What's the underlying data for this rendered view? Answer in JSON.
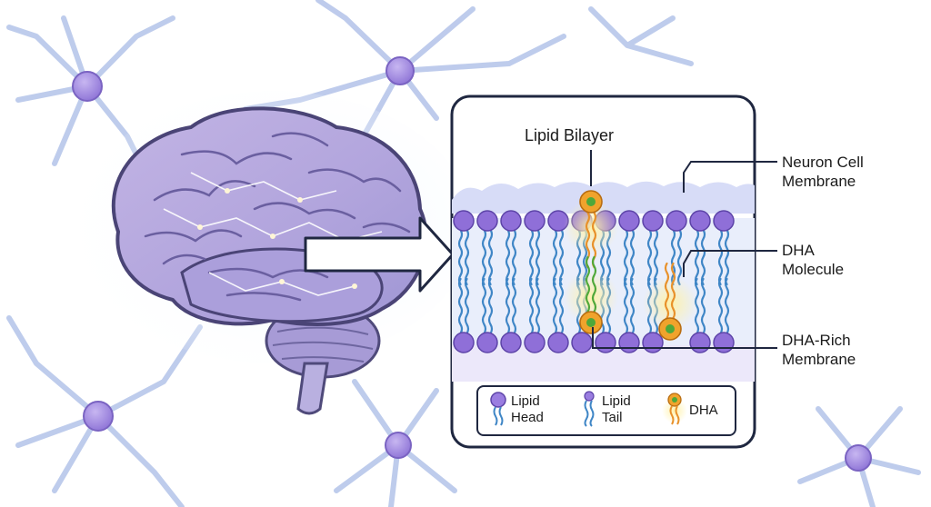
{
  "labels": {
    "lipid_bilayer": "Lipid Bilayer",
    "neuron_membrane_line1": "Neuron Cell",
    "neuron_membrane_line2": "Membrane",
    "dha_molecule_line1": "DHA",
    "dha_molecule_line2": "Molecule",
    "dha_rich_line1": "DHA-Rich",
    "dha_rich_line2": "Membrane"
  },
  "legend": {
    "lipid_head_line1": "Lipid",
    "lipid_head_line2": "Head",
    "lipid_tail_line1": "Lipid",
    "lipid_tail_line2": "Tail",
    "dha": "DHA"
  },
  "colors": {
    "lipid_head": "#8f6fd8",
    "lipid_tail": "#3f86c6",
    "dha_head": "#f0a32c",
    "dha_tail": "#e8912a",
    "dha_glow": "#f7d257",
    "dha_center": "#4fa83a",
    "brain": "#b9a3dc",
    "neuron": "#c9d7f2",
    "outline": "#1f2740"
  },
  "icons": [
    "brain-illustration",
    "neuron-cell",
    "arrow-right-icon"
  ]
}
